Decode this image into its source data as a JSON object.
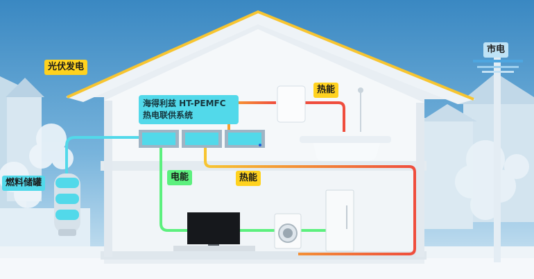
{
  "labels": {
    "solar": "光伏发电",
    "grid": "市电",
    "heat_top": "热能",
    "heat_middle": "热能",
    "electricity": "电能",
    "fuel_tank": "燃料储罐",
    "system_line1": "海得利兹 HT-PEMFC",
    "system_line2": "热电联供系统"
  },
  "colors": {
    "sky_top": "#3f8cc4",
    "sky_bottom": "#cfe6f4",
    "house_wall": "#f4f7fa",
    "roof_edge": "#f7c531",
    "hydrogen_pipe": "#52d9ea",
    "electric_line": "#5cf07e",
    "heat_pipe_warm": "#f7c531",
    "heat_pipe_hot": "#ef4d3d"
  }
}
